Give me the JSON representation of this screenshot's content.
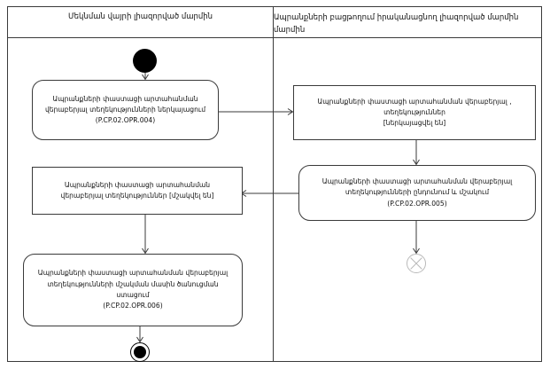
{
  "diagram": {
    "type": "uml-activity-diagram",
    "title": "",
    "lanes": [
      {
        "id": "lane-left",
        "header": "Մեկնման վայրի լիազորված մարմին",
        "header_sub": ""
      },
      {
        "id": "lane-right",
        "header": "Ապրանքների բացթողում իրականացնող լիազորված մարմին",
        "header_sub": "մարմին"
      }
    ],
    "nodes": {
      "initial": {
        "kind": "initial-node",
        "label": ""
      },
      "action_004": {
        "kind": "action",
        "line1": "Ապրանքների փաստացի արտահանման",
        "line2": "վերաբերյալ տեղեկությունների ներկայացում",
        "ref": "(P.CP.02.OPR.004)"
      },
      "object_submitted": {
        "kind": "object",
        "line1": "Ապրանքների փաստացի արտահանման վերաբերյալ ,",
        "line2": "տեղեկություններ",
        "line3": "[ներկայացվել են]"
      },
      "action_005": {
        "kind": "action",
        "line1": "Ապրանքների փաստացի արտահանման վերաբերյալ",
        "line2": "տեղեկությունների ընդունում և մշակում",
        "ref": "(P.CP.02.OPR.005)"
      },
      "object_processed": {
        "kind": "object",
        "line1": "Ապրանքների փաստացի արտահանման",
        "line2": "վերաբերյալ տեղեկություններ [մշակվել են]"
      },
      "action_006": {
        "kind": "action",
        "line1": "Ապրանքների փաստացի արտահանման վերաբերյալ",
        "line2": "տեղեկությունների մշակման մասին ծանուցման",
        "line3": "ստացում",
        "ref": "(P.CP.02.OPR.006)"
      },
      "flow_final": {
        "kind": "flow-final-node",
        "label": ""
      },
      "activity_final": {
        "kind": "activity-final-node",
        "label": ""
      }
    },
    "edges": [
      {
        "from": "initial",
        "to": "action_004",
        "label": ""
      },
      {
        "from": "action_004",
        "to": "object_submitted",
        "label": ""
      },
      {
        "from": "object_submitted",
        "to": "action_005",
        "label": ""
      },
      {
        "from": "action_005",
        "to": "object_processed",
        "label": ""
      },
      {
        "from": "action_005",
        "to": "flow_final",
        "label": ""
      },
      {
        "from": "object_processed",
        "to": "action_006",
        "label": ""
      },
      {
        "from": "action_006",
        "to": "activity_final",
        "label": ""
      }
    ],
    "colors": {
      "stroke": "#3a3a3a",
      "text": "#111111",
      "node_fill": "#ffffff",
      "control_fill": "#000000",
      "flow_final_stroke": "#b9b9b9",
      "background": "#ffffff"
    }
  }
}
